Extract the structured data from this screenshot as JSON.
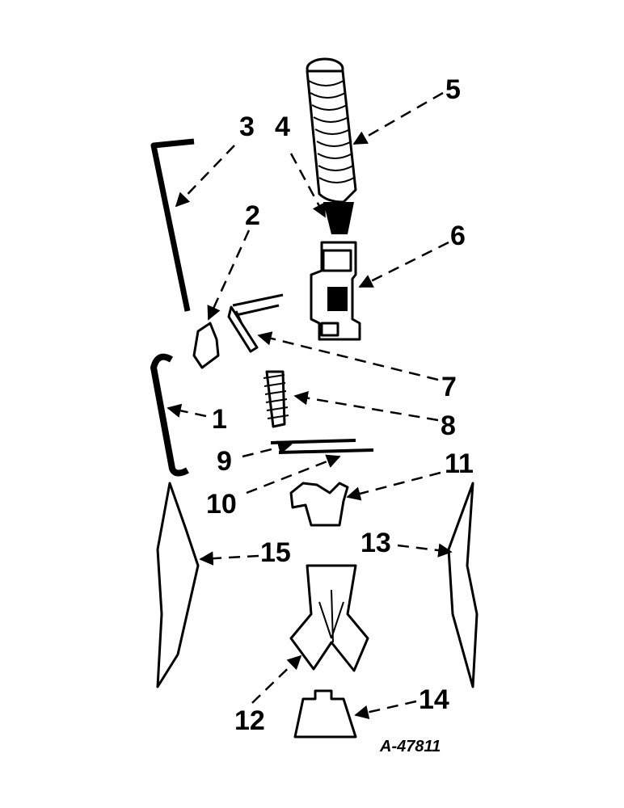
{
  "diagram": {
    "reference_code": "A-47811",
    "callouts": [
      "1",
      "2",
      "3",
      "4",
      "5",
      "6",
      "7",
      "8",
      "9",
      "10",
      "11",
      "12",
      "13",
      "14",
      "15"
    ]
  }
}
